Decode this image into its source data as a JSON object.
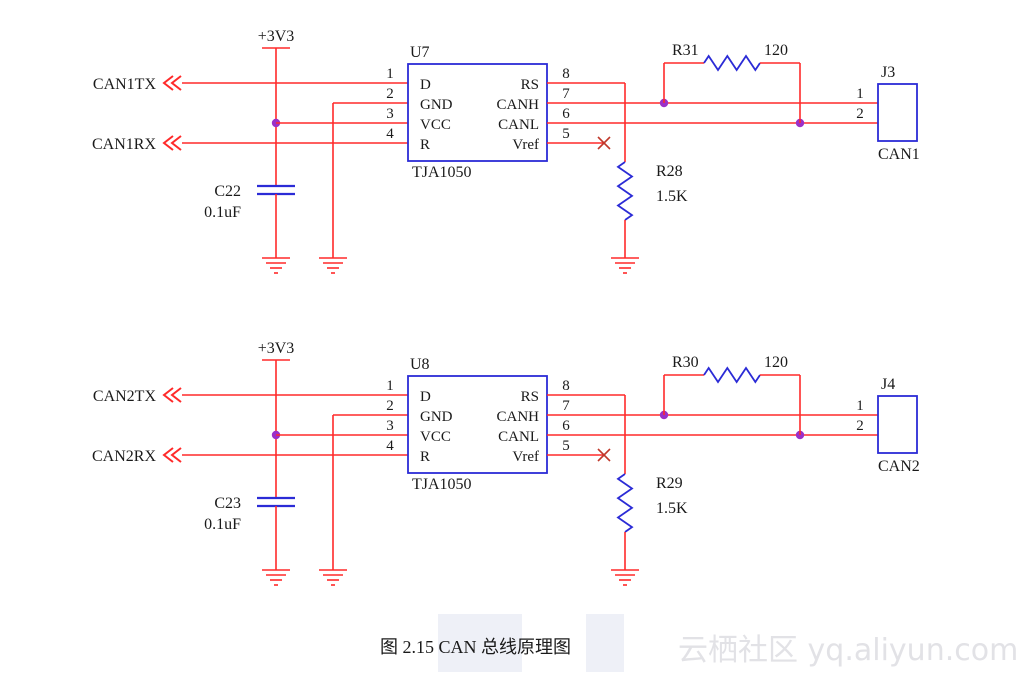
{
  "circuits": [
    {
      "supply": "+3V3",
      "ref": "U7",
      "part": "TJA1050",
      "tx": "CAN1TX",
      "rx": "CAN1RX",
      "cap_ref": "C22",
      "cap_val": "0.1uF",
      "r_term_ref": "R31",
      "r_term_val": "120",
      "r_pull_ref": "R28",
      "r_pull_val": "1.5K",
      "conn_ref": "J3",
      "conn_name": "CAN1",
      "left_pins": [
        {
          "num": "1",
          "name": "D"
        },
        {
          "num": "2",
          "name": "GND"
        },
        {
          "num": "3",
          "name": "VCC"
        },
        {
          "num": "4",
          "name": "R"
        }
      ],
      "right_pins": [
        {
          "num": "8",
          "name": "RS"
        },
        {
          "num": "7",
          "name": "CANH"
        },
        {
          "num": "6",
          "name": "CANL"
        },
        {
          "num": "5",
          "name": "Vref"
        }
      ],
      "conn_pins": [
        "1",
        "2"
      ]
    },
    {
      "supply": "+3V3",
      "ref": "U8",
      "part": "TJA1050",
      "tx": "CAN2TX",
      "rx": "CAN2RX",
      "cap_ref": "C23",
      "cap_val": "0.1uF",
      "r_term_ref": "R30",
      "r_term_val": "120",
      "r_pull_ref": "R29",
      "r_pull_val": "1.5K",
      "conn_ref": "J4",
      "conn_name": "CAN2",
      "left_pins": [
        {
          "num": "1",
          "name": "D"
        },
        {
          "num": "2",
          "name": "GND"
        },
        {
          "num": "3",
          "name": "VCC"
        },
        {
          "num": "4",
          "name": "R"
        }
      ],
      "right_pins": [
        {
          "num": "8",
          "name": "RS"
        },
        {
          "num": "7",
          "name": "CANH"
        },
        {
          "num": "6",
          "name": "CANL"
        },
        {
          "num": "5",
          "name": "Vref"
        }
      ],
      "conn_pins": [
        "1",
        "2"
      ]
    }
  ],
  "caption": "图 2.15    CAN 总线原理图",
  "watermark": "云栖社区 yq.aliyun.com",
  "colors": {
    "wire": "#ff2a2a",
    "component": "#2b2bd6",
    "ground": "#ff2a2a",
    "junction": "#9b30c8",
    "noconnect": "#c0392b",
    "text": "#1a1a1a"
  }
}
